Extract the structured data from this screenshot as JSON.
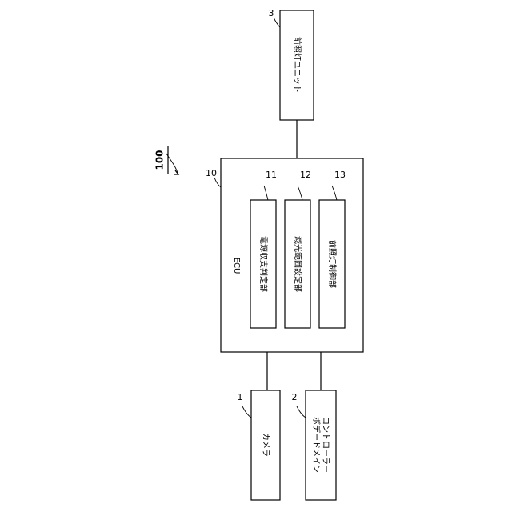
{
  "system": {
    "ref": "100"
  },
  "ecu": {
    "ref": "10",
    "label": "ECU",
    "modules": [
      {
        "ref": "11",
        "label": "電源収支判定部"
      },
      {
        "ref": "12",
        "label": "減光範囲設定部"
      },
      {
        "ref": "13",
        "label": "前照灯制御部"
      }
    ]
  },
  "headlamp_unit": {
    "ref": "3",
    "label": "前照灯ユニット"
  },
  "camera": {
    "ref": "1",
    "label": "カメラ"
  },
  "body_controller": {
    "ref": "2",
    "label_line1": "ボデードメイン",
    "label_line2": "コントローラー"
  }
}
